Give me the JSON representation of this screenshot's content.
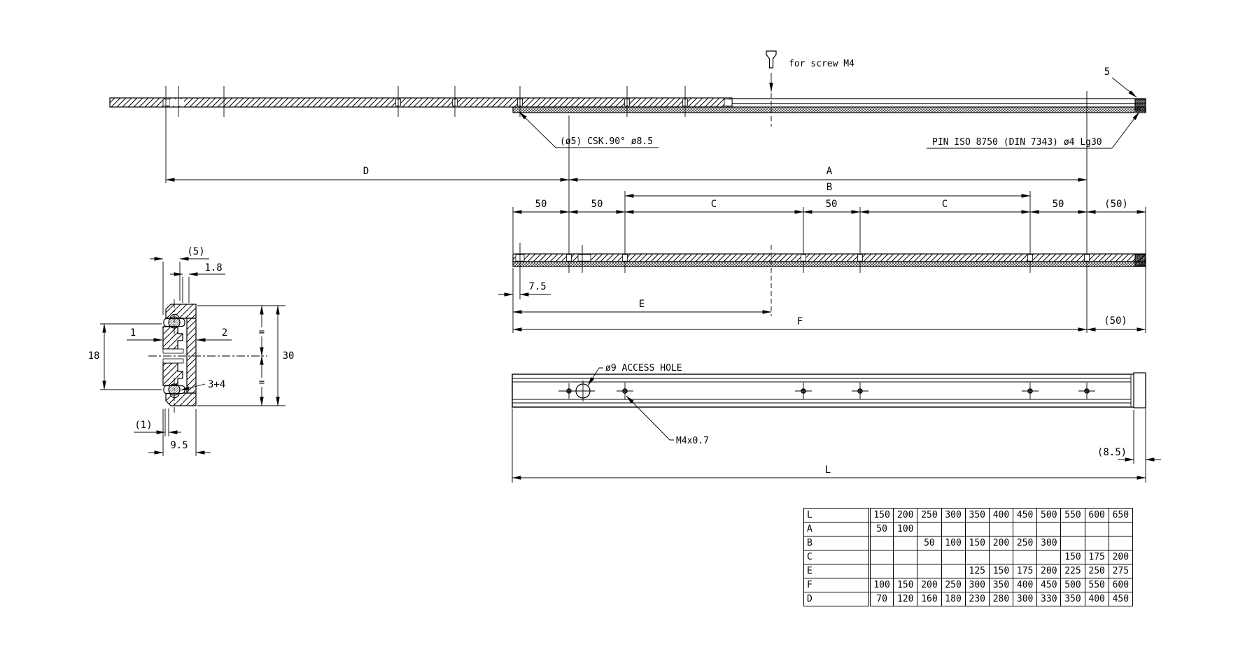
{
  "annotations": {
    "for_screw": "for screw M4",
    "five": "5",
    "pin": "PIN ISO 8750 (DIN 7343) ø4 Lg30",
    "csk": "(ø5) CSK.90° ø8.5"
  },
  "top_view": {
    "dim_d": "D",
    "dim_a": "A",
    "dim_b": "B",
    "segments": [
      "50",
      "50",
      "C",
      "50",
      "C",
      "50",
      "(50)"
    ]
  },
  "middle_view": {
    "dim_7_5": "7.5",
    "dim_e": "E",
    "dim_f": "F",
    "dim_50_paren": "(50)"
  },
  "section_view": {
    "dim_5_paren": "(5)",
    "dim_1_8": "1.8",
    "member_1": "1",
    "member_2": "2",
    "dim_18": "18",
    "dim_30": "30",
    "equal_top": "=",
    "equal_bottom": "=",
    "balls_3_4": "3+4",
    "dim_1_paren": "(1)",
    "dim_9_5": "9.5"
  },
  "plan_view": {
    "access_note": "ø9 ACCESS HOLE",
    "thread_note": "M4x0.7",
    "dim_l": "L",
    "dim_8_5": "(8.5)"
  },
  "table": {
    "rows": [
      {
        "label": "L",
        "values": [
          "150",
          "200",
          "250",
          "300",
          "350",
          "400",
          "450",
          "500",
          "550",
          "600",
          "650"
        ]
      },
      {
        "label": "A",
        "values": [
          "50",
          "100",
          "",
          "",
          "",
          "",
          "",
          "",
          "",
          "",
          ""
        ]
      },
      {
        "label": "B",
        "values": [
          "",
          "",
          "50",
          "100",
          "150",
          "200",
          "250",
          "300",
          "",
          "",
          ""
        ]
      },
      {
        "label": "C",
        "values": [
          "",
          "",
          "",
          "",
          "",
          "",
          "",
          "",
          "150",
          "175",
          "200"
        ]
      },
      {
        "label": "E",
        "values": [
          "",
          "",
          "",
          "",
          "125",
          "150",
          "175",
          "200",
          "225",
          "250",
          "275"
        ]
      },
      {
        "label": "F",
        "values": [
          "100",
          "150",
          "200",
          "250",
          "300",
          "350",
          "400",
          "450",
          "500",
          "550",
          "600"
        ]
      },
      {
        "label": "D",
        "values": [
          "70",
          "120",
          "160",
          "180",
          "230",
          "280",
          "300",
          "330",
          "350",
          "400",
          "450"
        ]
      }
    ]
  },
  "colors": {
    "line": "#000000",
    "background": "#ffffff"
  }
}
